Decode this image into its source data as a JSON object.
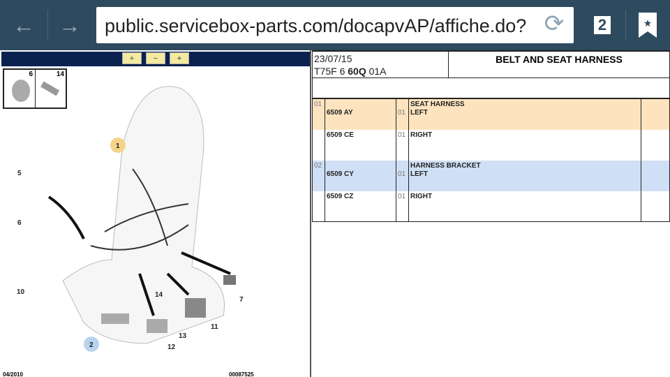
{
  "browser": {
    "url": "public.servicebox-parts.com/docapvAP/affiche.do?",
    "tab_count": "2"
  },
  "diagram": {
    "thumbs": [
      "6",
      "14"
    ],
    "callouts": [
      "1",
      "2",
      "5",
      "6",
      "7",
      "10",
      "11",
      "12",
      "13",
      "14"
    ],
    "date": "04/2010",
    "ref": "00087525",
    "zoom_in": "+",
    "zoom_out": "−",
    "zoom_fit": "⌖"
  },
  "header": {
    "date": "23/07/15",
    "code_prefix": "T75F 6 ",
    "code_bold": "60Q",
    "code_suffix": " 01A",
    "title": "BELT AND SEAT HARNESS"
  },
  "rows": [
    {
      "idx": "01",
      "ref": "6509 AY",
      "qty": "01",
      "name": "SEAT HARNESS",
      "variant": "LEFT",
      "color": "#fde4bf"
    },
    {
      "idx": "",
      "ref": "6509 CE",
      "qty": "01",
      "name": "",
      "variant": "RIGHT",
      "color": "#ffffff"
    },
    {
      "idx": "02",
      "ref": "6509 CY",
      "qty": "01",
      "name": "HARNESS BRACKET",
      "variant": "LEFT",
      "color": "#cfdff5"
    },
    {
      "idx": "",
      "ref": "6509 CZ",
      "qty": "01",
      "name": "",
      "variant": "RIGHT",
      "color": "#ffffff"
    }
  ]
}
